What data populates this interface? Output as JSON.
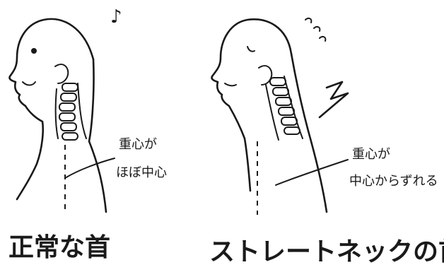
{
  "left_panel": {
    "caption": "正常な首",
    "annotation_line1": "重心が",
    "annotation_line2": "ほぼ中心",
    "music_note": "♪"
  },
  "right_panel": {
    "caption": "ストレートネックの首",
    "annotation_line1": "重心が",
    "annotation_line2": "中心からずれる",
    "pain_bolt_icon": "lightning-bolt",
    "dizzy_icon": "swirl-lines"
  }
}
